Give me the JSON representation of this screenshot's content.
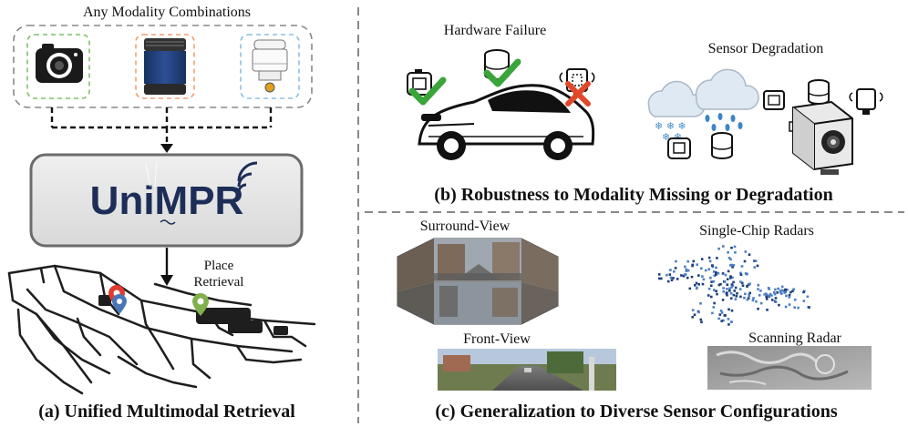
{
  "panel_a": {
    "top_label": "Any Modality Combinations",
    "logo_text": "UniMPR",
    "arrow_label_line1": "Place",
    "arrow_label_line2": "Retrieval",
    "caption": "(a) Unified Multimodal Retrieval",
    "modality_icons": [
      "camera-icon",
      "lidar-icon",
      "radar-icon"
    ]
  },
  "panel_b": {
    "hardware_failure_label": "Hardware Failure",
    "sensor_degradation_label": "Sensor Degradation",
    "caption": "(b) Robustness to Modality Missing or Degradation"
  },
  "panel_c": {
    "surround_view_label": "Surround-View",
    "front_view_label": "Front-View",
    "single_chip_label": "Single-Chip Radars",
    "scanning_radar_label": "Scanning Radar",
    "caption": "(c) Generalization to Diverse Sensor Configurations"
  },
  "colors": {
    "camera_box": "#7cc36a",
    "lidar_box": "#f0a070",
    "radar_box": "#8fbde0",
    "check_green": "#3aa53a",
    "cross_red": "#e0482a",
    "lidar_blue": "#1f3c78",
    "pin_red": "#e23b2e",
    "pin_blue": "#4a76b8",
    "pin_green": "#7fb04d"
  }
}
